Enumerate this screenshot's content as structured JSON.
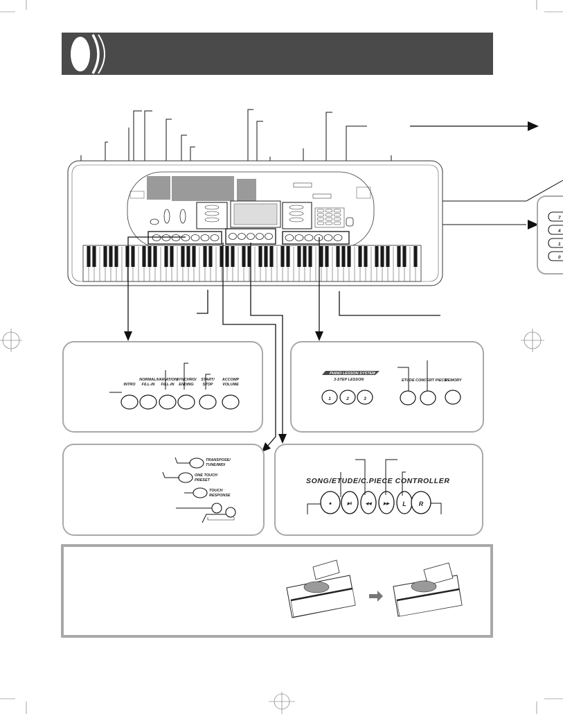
{
  "colors": {
    "header_band": "#4a4a4a",
    "panel_border": "#a8a8a8",
    "shade": "#9a9a9a",
    "line": "#111111"
  },
  "accompaniment_panel": {
    "labels": [
      {
        "l1": "INTRO",
        "l2": ""
      },
      {
        "l1": "NORMAL/",
        "l2": "FILL-IN"
      },
      {
        "l1": "VARIATION/",
        "l2": "FILL-IN"
      },
      {
        "l1": "SYNCHRO/",
        "l2": "ENDING"
      },
      {
        "l1": "START/",
        "l2": "STOP"
      },
      {
        "l1": "ACCOMP",
        "l2": "VOLUME"
      }
    ]
  },
  "lesson_panel": {
    "title": "PIANO LESSON SYSTEM",
    "subtitle": "3-STEP LESSON",
    "step_buttons": [
      "1",
      "2",
      "3"
    ],
    "etude_label": "ETUDE",
    "concert_label": "CONCERT PIECE",
    "memory_label": "MEMORY"
  },
  "transpose_panel": {
    "transpose_l1": "TRANSPOSE/",
    "transpose_l2": "TUNE/MIDI",
    "onetouch_l1": "ONE TOUCH",
    "onetouch_l2": "PRESET",
    "touch_l1": "TOUCH",
    "touch_l2": "RESPONSE"
  },
  "song_panel": {
    "title": "SONG/ETUDE/C.PIECE CONTROLLER",
    "buttons": [
      {
        "name": "stop",
        "glyph": "■"
      },
      {
        "name": "play-pause",
        "glyph": "▶‖"
      },
      {
        "name": "rewind",
        "glyph": "◀◀"
      },
      {
        "name": "fast-forward",
        "glyph": "▶▶"
      },
      {
        "name": "left",
        "glyph": "L"
      },
      {
        "name": "right",
        "glyph": "R"
      }
    ]
  },
  "numpad_peek": {
    "keys": [
      "7",
      "4",
      "1",
      "0"
    ]
  }
}
